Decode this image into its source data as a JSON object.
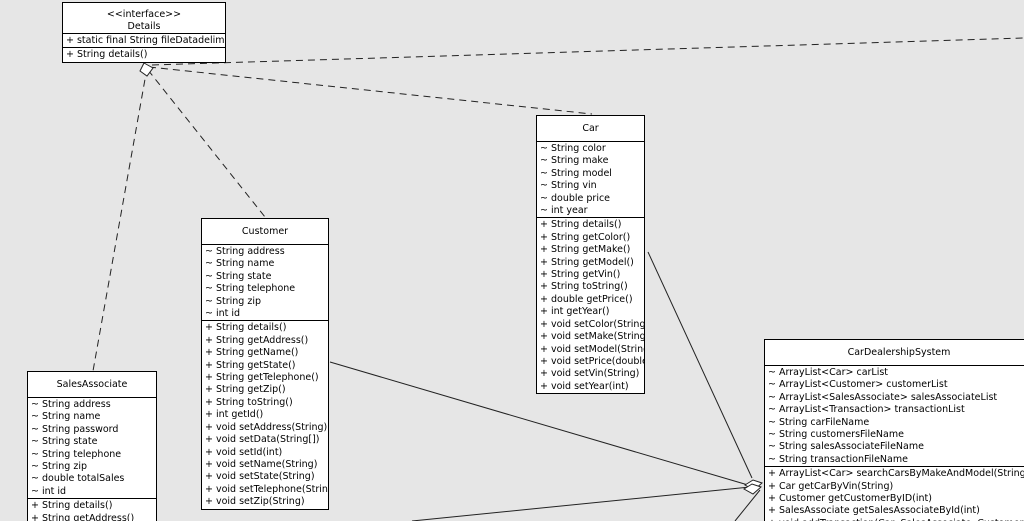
{
  "classes": {
    "details": {
      "stereotype": "<<interface>>",
      "name": "Details",
      "attributes": [
        "+ static final String fileDatadelimeter"
      ],
      "methods": [
        "+ String details()"
      ]
    },
    "car": {
      "name": "Car",
      "attributes": [
        "~ String color",
        "~ String make",
        "~ String model",
        "~ String vin",
        "~ double price",
        "~ int year"
      ],
      "methods": [
        "+ String details()",
        "+ String getColor()",
        "+ String getMake()",
        "+ String getModel()",
        "+ String getVin()",
        "+ String toString()",
        "+ double getPrice()",
        "+ int getYear()",
        "+ void setColor(String)",
        "+ void setMake(String)",
        "+ void setModel(String)",
        "+ void setPrice(double)",
        "+ void setVin(String)",
        "+ void setYear(int)"
      ]
    },
    "customer": {
      "name": "Customer",
      "attributes": [
        "~ String address",
        "~ String name",
        "~ String state",
        "~ String telephone",
        "~ String zip",
        "~ int id"
      ],
      "methods": [
        "+ String details()",
        "+ String getAddress()",
        "+ String getName()",
        "+ String getState()",
        "+ String getTelephone()",
        "+ String getZip()",
        "+ String toString()",
        "+ int getId()",
        "+ void setAddress(String)",
        "+ void setData(String[])",
        "+ void setId(int)",
        "+ void setName(String)",
        "+ void setState(String)",
        "+ void setTelephone(String)",
        "+ void setZip(String)"
      ]
    },
    "sales": {
      "name": "SalesAssociate",
      "attributes": [
        "~ String address",
        "~ String name",
        "~ String password",
        "~ String state",
        "~ String telephone",
        "~ String zip",
        "~ double totalSales",
        "~ int id"
      ],
      "methods": [
        "+ String details()",
        "+ String getAddress()"
      ]
    },
    "cds": {
      "name": "CarDealershipSystem",
      "attributes": [
        "~ ArrayList<Car> carList",
        "~ ArrayList<Customer> customerList",
        "~ ArrayList<SalesAssociate> salesAssociateList",
        "~ ArrayList<Transaction> transactionList",
        "~ String carFileName",
        "~ String customersFileName",
        "~ String salesAssociateFileName",
        "~ String transactionFileName"
      ],
      "methods": [
        "+ ArrayList<Car> searchCarsByMakeAndModel(String, String)",
        "+ Car getCarByVin(String)",
        "+ Customer getCustomerByID(int)",
        "+ SalesAssociate getSalesAssociateById(int)",
        "+ void addTransaction(Car, SalesAssociate, Customer)"
      ]
    }
  }
}
